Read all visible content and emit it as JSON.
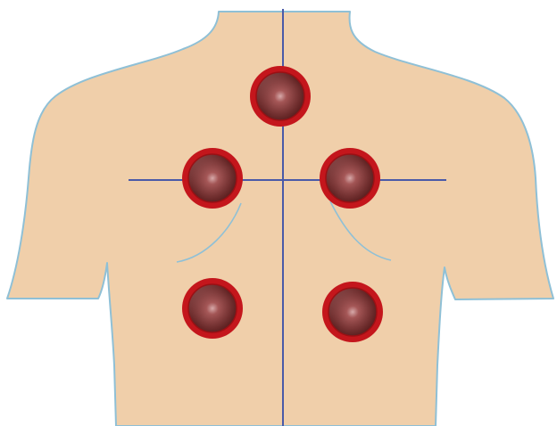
{
  "colors": {
    "background": "#ffffff",
    "skin": "#f0cfaa",
    "skin_outline": "#8fc0d6",
    "axis_line": "#4a5aa8",
    "electrode_rim": "#c4161c",
    "electrode_cone_dark": "#6e2828",
    "electrode_cone_light": "#c79a9a"
  },
  "icons": {
    "electrode": "cone-electrode-icon",
    "crosshair": "crosshair-lines"
  },
  "electrodes": [
    {
      "name": "electrode-top-center"
    },
    {
      "name": "electrode-mid-left"
    },
    {
      "name": "electrode-mid-right"
    },
    {
      "name": "electrode-lower-left"
    },
    {
      "name": "electrode-lower-right"
    }
  ]
}
